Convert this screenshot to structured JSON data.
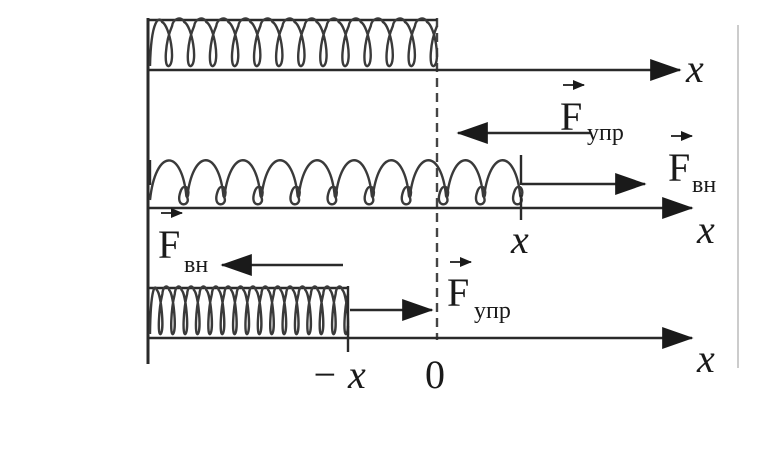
{
  "labels": {
    "axis_x": "x",
    "pos_x": "x",
    "neg_x": "− x",
    "zero": "0",
    "force_letter": "F",
    "sub_upr": "упр",
    "sub_vn": "вн"
  },
  "colors": {
    "ink": "#1a1a1a",
    "dashed": "#444444",
    "frame": "#bbbbbb"
  },
  "springs": [
    {
      "name": "equilibrium",
      "state": "natural",
      "coils": 13
    },
    {
      "name": "stretched",
      "state": "stretched",
      "coils": 10
    },
    {
      "name": "compressed",
      "state": "compressed",
      "coils": 16
    }
  ]
}
